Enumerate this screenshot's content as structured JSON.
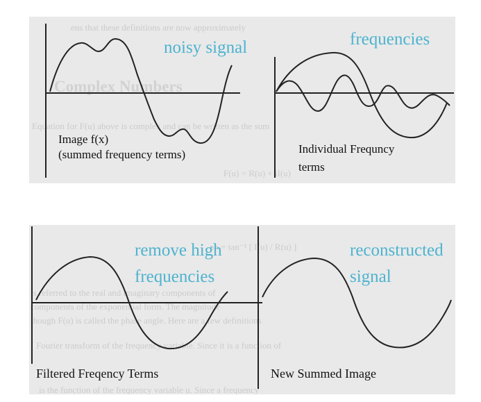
{
  "colors": {
    "annotation": "#4db3cf",
    "curve": "#222222",
    "panel_background": "#e9e9e9",
    "ghost_text": "#cbcbcb"
  },
  "top_panel": {
    "left_caption": {
      "line1": "Image f(x)",
      "line2": "(summed frequency terms)"
    },
    "right_caption": {
      "line1": "Individual Frequncy",
      "line2": "terms"
    },
    "annotations": {
      "left": "noisy signal",
      "right": "frequencies"
    },
    "background_text": {
      "line1": "ens that these definitions are now approximately",
      "heading": "Complex Numbers",
      "line2": "Equation for F(u) above is complex and can be written as the sum",
      "line3": "F(u) = R(u) + iI(u)"
    }
  },
  "bottom_panel": {
    "left_caption": "Filtered Freqency Terms",
    "right_caption": "New Summed Image",
    "annotations": {
      "left_line1": "remove high",
      "left_line2": "frequencies",
      "right_line1": "reconstructed",
      "right_line2": "signal"
    },
    "background_text": {
      "line1": "ph = tan⁻¹ [ I(u) / R(u) ]",
      "line2": "is referred to the real and imaginary components of",
      "line3": "components of the exponential form. The magnitude",
      "line4": "though F(u) is called the phase angle. Here are a few definitions",
      "line5": "Fourier transform of the frequency variable. Since it is a function of",
      "line6": "is the function of the frequency variable u. Since a frequency"
    }
  }
}
